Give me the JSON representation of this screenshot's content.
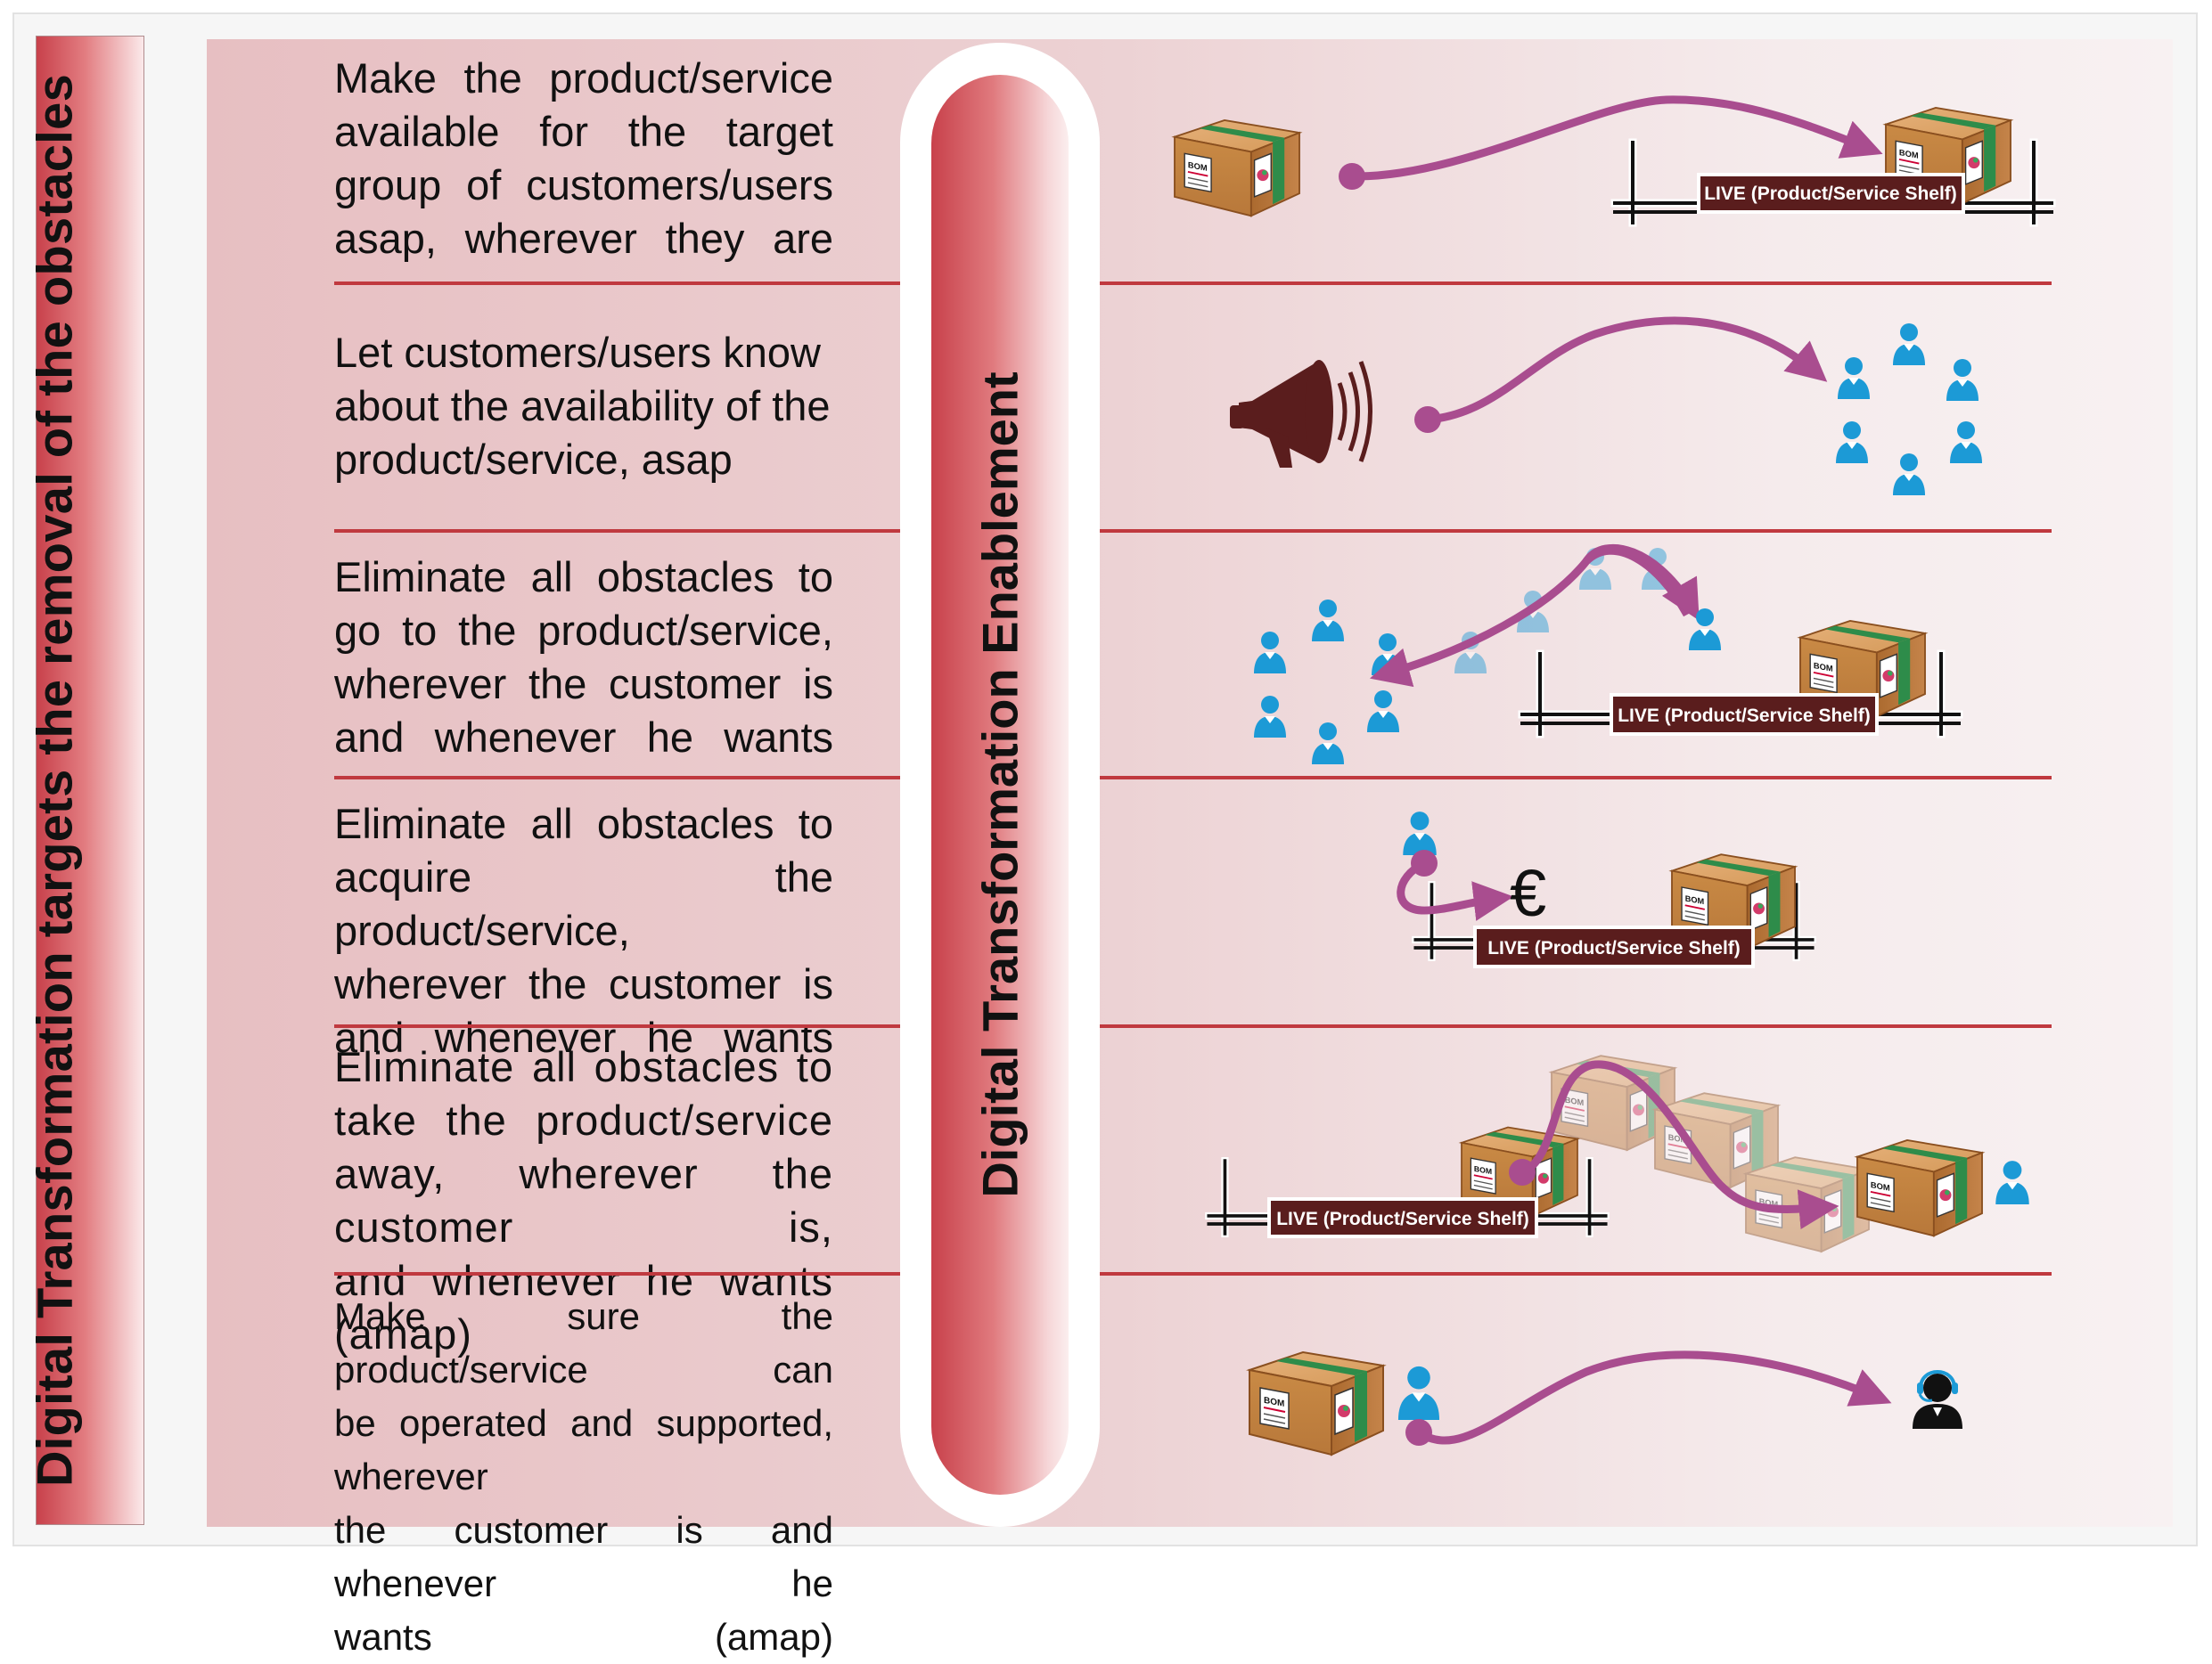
{
  "left_banner": {
    "title": "Digital Transformation targets the removal of the obstacles"
  },
  "center": {
    "title": "Digital Transformation Enablement"
  },
  "rows": [
    {
      "lines": [
        "Make the product/service",
        "available for the target",
        "group of customers/users",
        "asap, wherever they are"
      ]
    },
    {
      "lines": [
        "Let customers/users know",
        "about the availability of the",
        "product/service, asap"
      ]
    },
    {
      "lines": [
        "Eliminate all obstacles to",
        "go to the product/service,",
        "wherever the customer is",
        "and whenever he wants"
      ]
    },
    {
      "lines": [
        "Eliminate all obstacles to",
        "acquire the product/service,",
        "wherever the customer is",
        "and whenever he wants"
      ]
    },
    {
      "lines": [
        "Eliminate all obstacles to",
        "take the product/service",
        "away, wherever the customer is,",
        "and whenever he wants (amap)"
      ]
    },
    {
      "lines": [
        "Make sure the product/service can",
        "be operated and supported, wherever",
        "the customer is and whenever he",
        "wants (amap)"
      ]
    }
  ],
  "shelf_label": "LIVE (Product/Service Shelf)",
  "box_label": "BOM",
  "currency_symbol": "€",
  "icons": [
    "product-box-icon",
    "megaphone-icon",
    "customer-icon",
    "support-agent-icon",
    "shelf-icon",
    "euro-icon",
    "arrow-icon"
  ],
  "colors": {
    "accent_red": "#c0393f",
    "arrow_purple": "#a94d8f",
    "person_blue": "#1c9ad6",
    "box_brown": "#c98a45",
    "shelf_label_bg": "#5a1d1d",
    "megaphone": "#5a1d1d"
  }
}
